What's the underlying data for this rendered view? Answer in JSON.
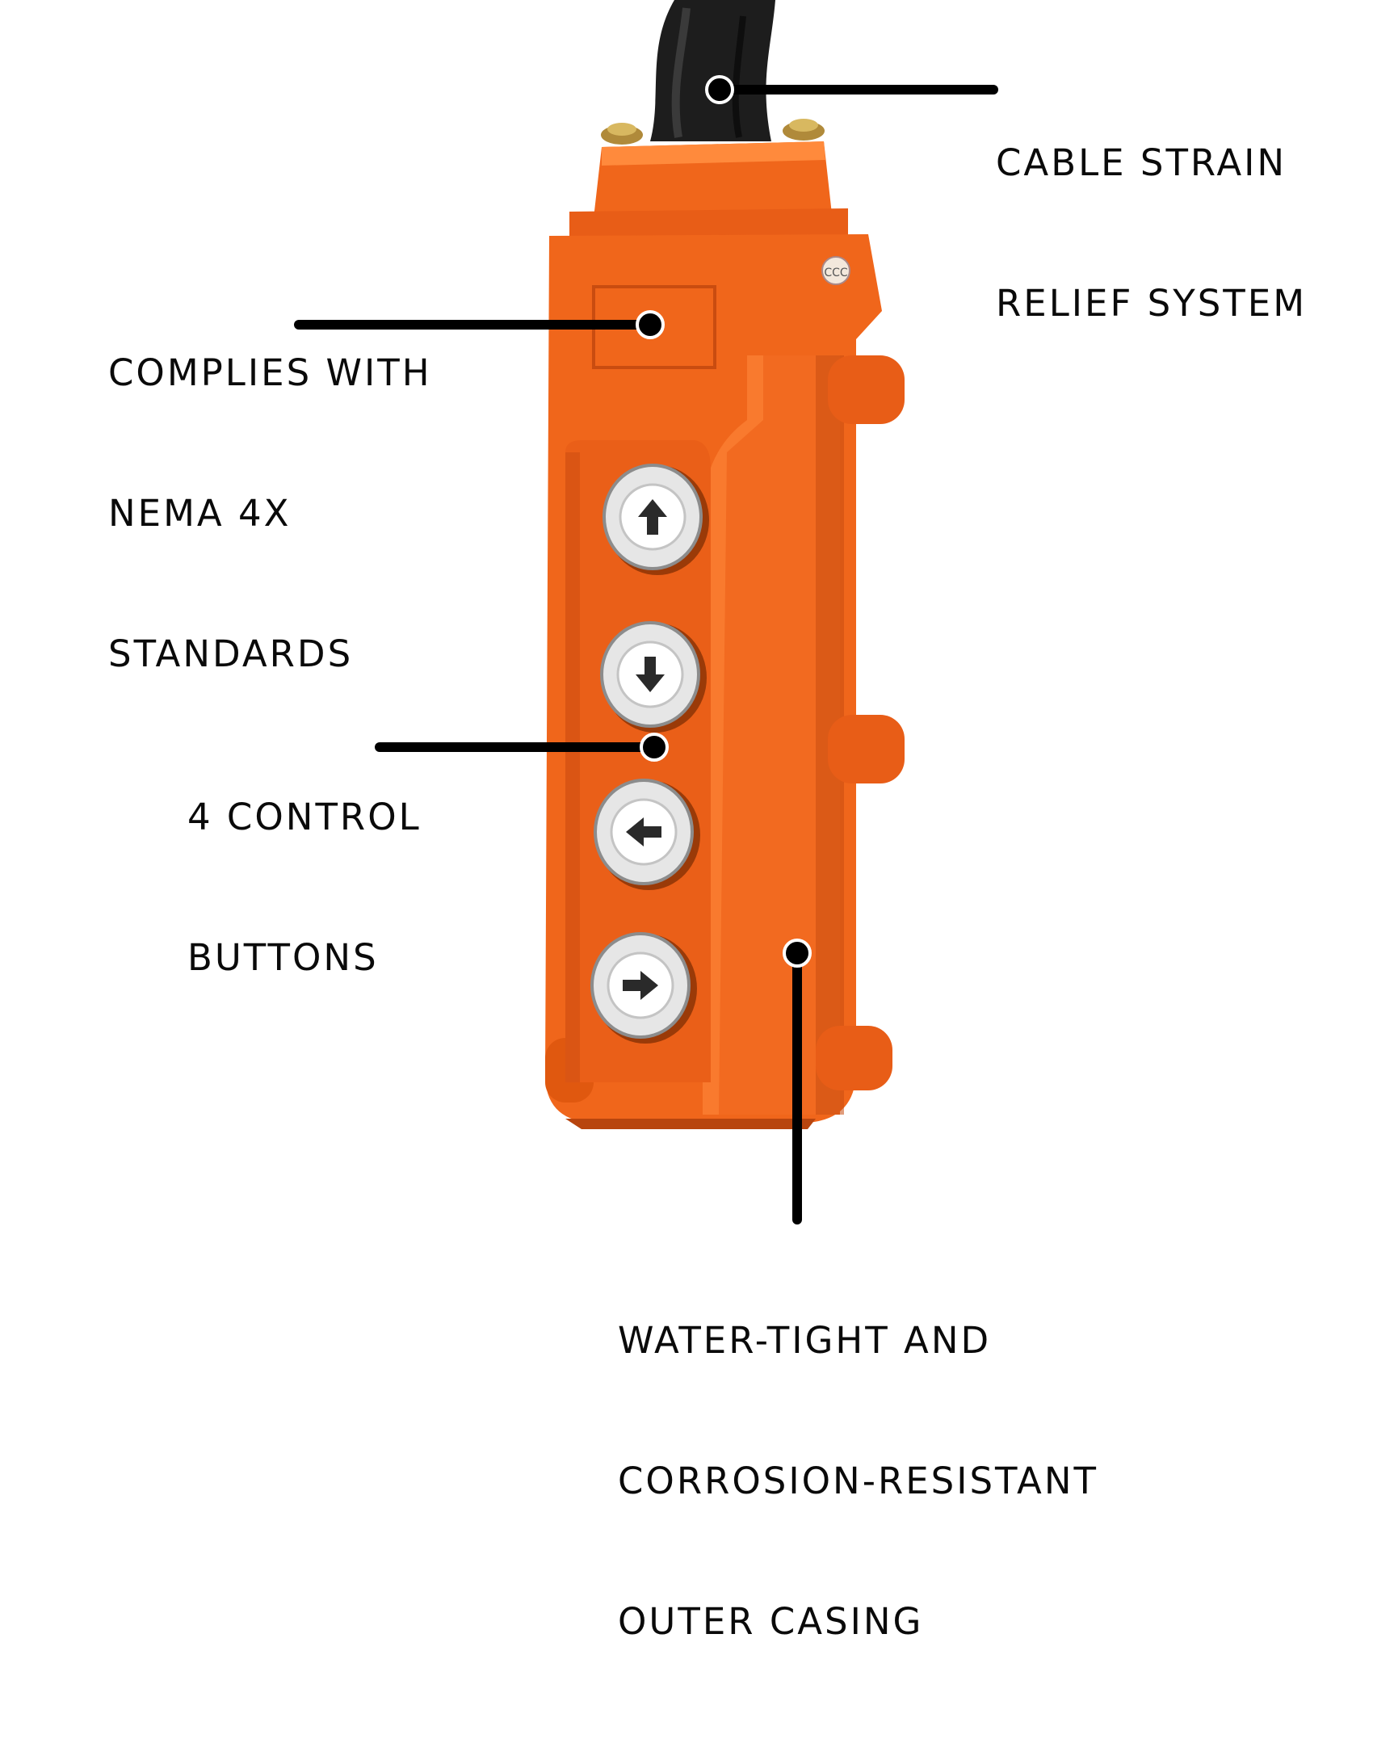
{
  "colors": {
    "casing": "#f0661b",
    "casing_shadow": "#c94c10",
    "casing_highlight": "#ff8a3c",
    "cable": "#1d1d1d",
    "leader": "#000000",
    "button_bezel": "#e6e6e6",
    "button_face": "#ffffff",
    "arrow": "#2a2a2a"
  },
  "callouts": {
    "cable_strain": {
      "lines": [
        "CABLE STRAIN",
        "RELIEF SYSTEM"
      ],
      "icon": "cable-icon"
    },
    "nema": {
      "lines": [
        "COMPLIES WITH",
        "NEMA 4X",
        "STANDARDS"
      ]
    },
    "buttons": {
      "lines": [
        "4 CONTROL",
        "BUTTONS"
      ]
    },
    "casing": {
      "lines": [
        "WATER-TIGHT AND",
        "CORROSION-RESISTANT",
        "OUTER CASING"
      ]
    }
  },
  "control_buttons": [
    {
      "icon": "arrow-up-icon",
      "direction": "up"
    },
    {
      "icon": "arrow-down-icon",
      "direction": "down"
    },
    {
      "icon": "arrow-left-icon",
      "direction": "left"
    },
    {
      "icon": "arrow-right-icon",
      "direction": "right"
    }
  ]
}
